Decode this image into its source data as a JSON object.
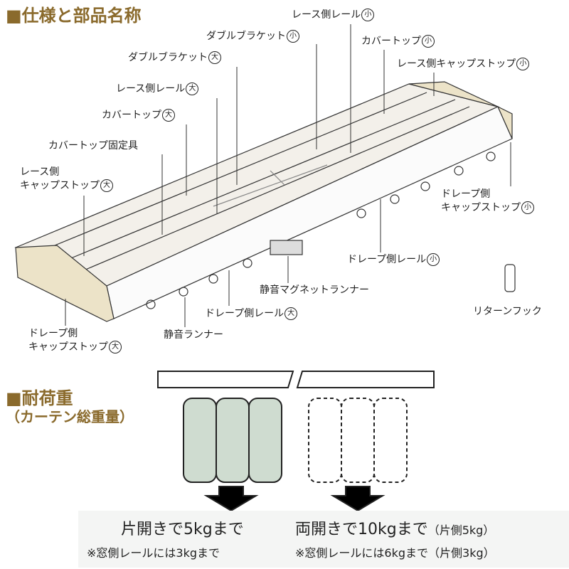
{
  "section1": {
    "title": "■仕様と部品名称"
  },
  "parts": [
    {
      "name": "レース側レール",
      "size": "小"
    },
    {
      "name": "ダブルブラケット",
      "size": "小"
    },
    {
      "name": "カバートップ",
      "size": "小"
    },
    {
      "name": "ダブルブラケット",
      "size": "大"
    },
    {
      "name": "レース側キャップストップ",
      "size": "小"
    },
    {
      "name": "レース側レール",
      "size": "大"
    },
    {
      "name": "カバートップ",
      "size": "大"
    },
    {
      "name": "カバートップ固定具"
    },
    {
      "line1": "レース側",
      "name": "キャップストップ",
      "size": "大"
    },
    {
      "line1": "ドレープ側",
      "name": "キャップストップ",
      "size": "小"
    },
    {
      "name": "ドレープ側レール",
      "size": "小"
    },
    {
      "name": "静音マグネットランナー"
    },
    {
      "name": "ドレープ側レール",
      "size": "大"
    },
    {
      "name": "リターンフック"
    },
    {
      "name": "静音ランナー"
    },
    {
      "line1": "ドレープ側",
      "name": "キャップストップ",
      "size": "大"
    }
  ],
  "section2": {
    "title": "■耐荷重",
    "subtitle": "（カーテン総重量）"
  },
  "load": {
    "single": {
      "main": "片開きで5kgまで",
      "note": "※窓側レールには3kgまで"
    },
    "double": {
      "main": "両開きで10kgまで",
      "main_extra": "（片側5kg）",
      "note": "※窓側レールには6kgまで",
      "note_extra": "（片側3kg）"
    }
  },
  "colors": {
    "heading": "#8a6a2c",
    "cap": "#ece3c8",
    "curtain": "#cfdcd0"
  }
}
